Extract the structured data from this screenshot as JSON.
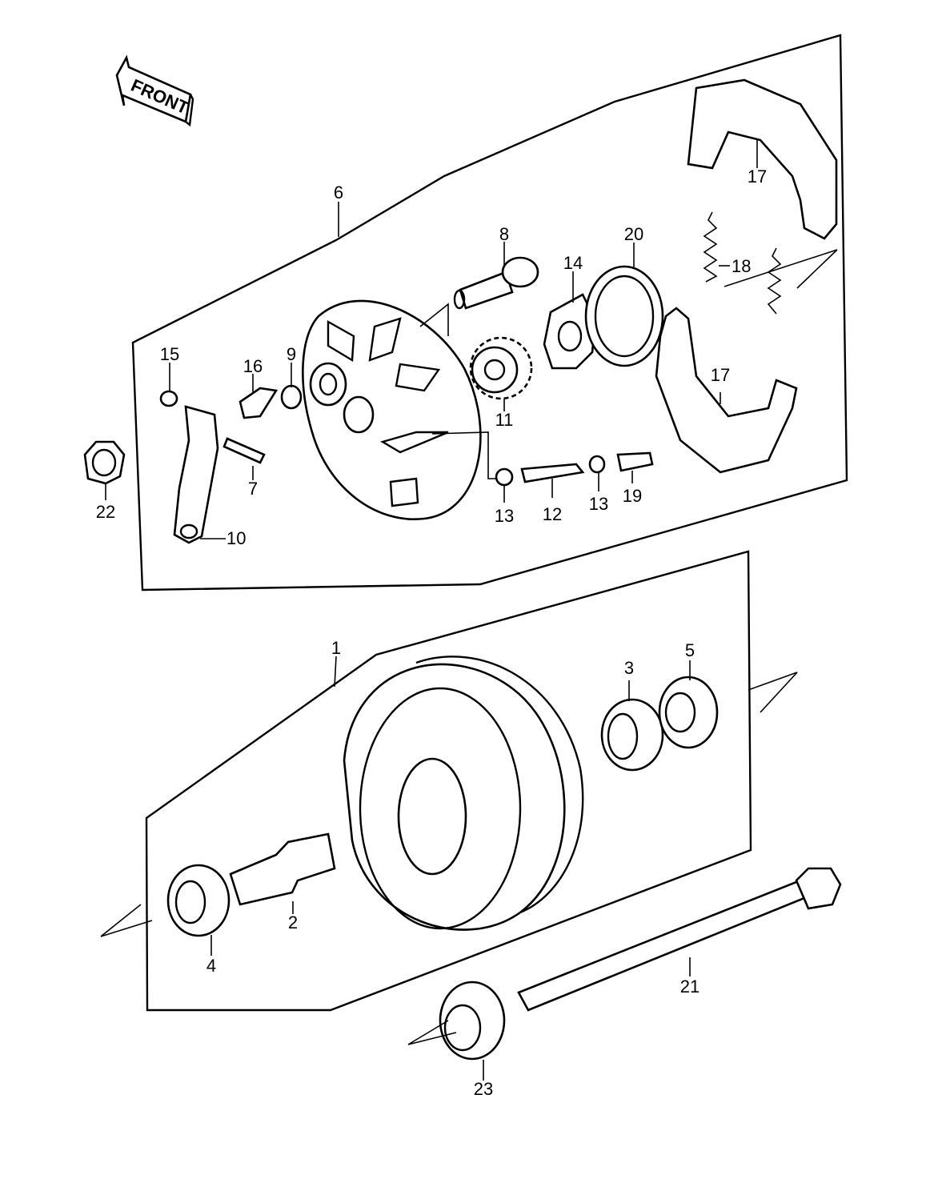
{
  "front_arrow": {
    "text": "FRONT"
  },
  "callouts": {
    "c1": "1",
    "c2": "2",
    "c3": "3",
    "c4": "4",
    "c5": "5",
    "c6": "6",
    "c7": "7",
    "c8": "8",
    "c9": "9",
    "c10": "10",
    "c11": "11",
    "c12": "12",
    "c13a": "13",
    "c13b": "13",
    "c14": "14",
    "c15": "15",
    "c16": "16",
    "c17a": "17",
    "c17b": "17",
    "c18": "18",
    "c19": "19",
    "c20": "20",
    "c21": "21",
    "c22": "22",
    "c23": "23"
  }
}
